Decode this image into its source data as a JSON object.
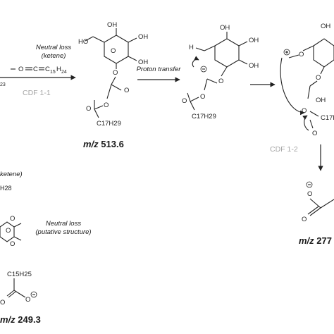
{
  "labels": {
    "neutral_loss_ketene_1": "Neutral loss",
    "neutral_loss_ketene_2": "(ketene)",
    "proton_transfer": "Proton transfer",
    "cdf_1_1": "CDF 1-1",
    "cdf_1_2": "CDF 1-2",
    "ketene_partial": "ketene)",
    "neutral_loss_putative_1": "Neutral loss",
    "neutral_loss_putative_2": "(putative structure)"
  },
  "mz_labels": {
    "mz_513_prefix": "m/z",
    "mz_513_value": "513.6",
    "mz_277_prefix": "m/z",
    "mz_277_value": "277",
    "mz_249_prefix": "m/z",
    "mz_249_value": "249.3"
  },
  "formulas": {
    "ketene": {
      "main": "=C=C",
      "sub": "15",
      "rest": "H",
      "rest_sub": "24"
    },
    "partial_23": "23",
    "partial_h28": "H28",
    "c17h29": "C17H29",
    "c15h25": "C15H25"
  },
  "atoms": {
    "oh": "OH",
    "ho": "HO",
    "o": "O",
    "h": "H"
  },
  "colors": {
    "ink": "#222222",
    "cdf_gray": "#a6a6a6"
  }
}
